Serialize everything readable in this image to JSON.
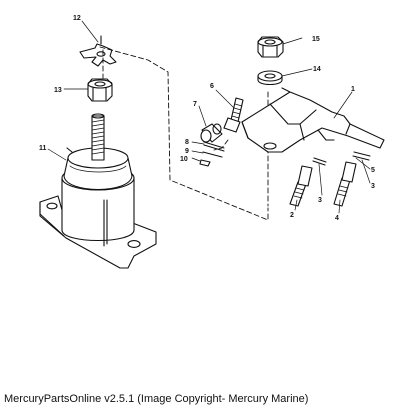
{
  "diagram": {
    "callouts": {
      "c1": "1",
      "c2": "2",
      "c3a": "3",
      "c3b": "3",
      "c4": "4",
      "c5": "5",
      "c6": "6",
      "c7": "7",
      "c8": "8",
      "c9": "9",
      "c10": "10",
      "c11": "11",
      "c12": "12",
      "c13": "13",
      "c14": "14",
      "c15": "15"
    }
  },
  "footer": {
    "caption": "MercuryPartsOnline v2.5.1 (Image Copyright- Mercury Marine)"
  },
  "colors": {
    "ink": "#111111",
    "background": "#ffffff"
  }
}
